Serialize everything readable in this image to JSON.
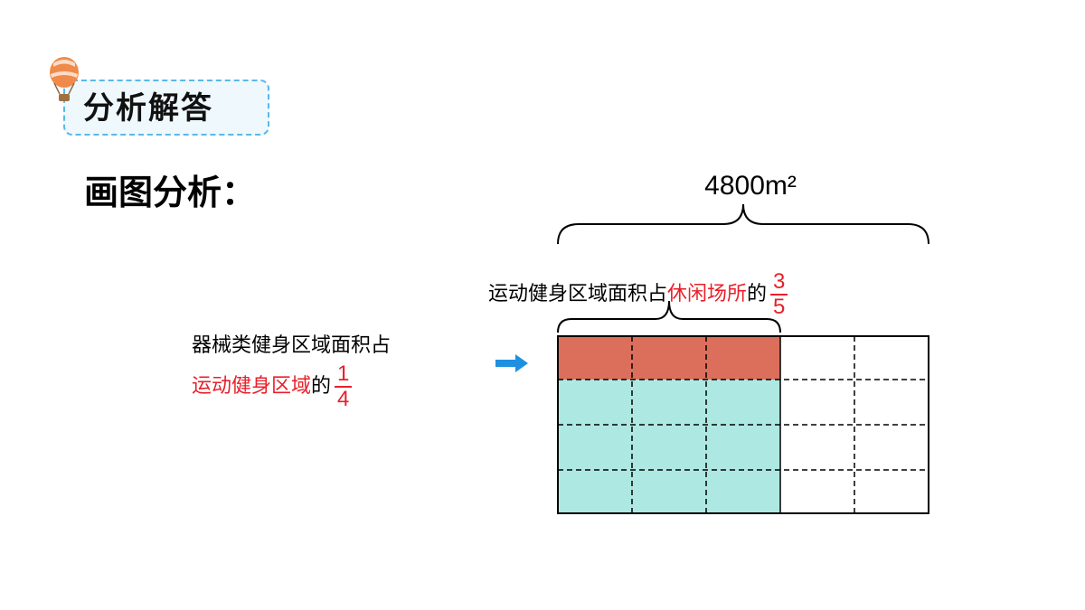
{
  "header": {
    "title": "分析解答",
    "icon": "hot-air-balloon-icon"
  },
  "heading": "画图分析：",
  "diagram": {
    "total_label": "4800m²",
    "fraction_sentence": {
      "prefix": "运动健身区域面积占",
      "highlight": "休闲场所",
      "suffix": "的",
      "numerator": "3",
      "denominator": "5"
    },
    "left_note": {
      "line1": "器械类健身区域面积占",
      "line2_highlight": "运动健身区域",
      "line2_suffix": "的",
      "numerator": "1",
      "denominator": "4"
    },
    "grid": {
      "columns": 5,
      "rows": 4,
      "shaded_columns": 3,
      "top_shaded_rows": 1
    },
    "colors": {
      "red_fill": "#dc6e5c",
      "teal_fill": "#aee8e2",
      "highlight_text": "#e8202a",
      "arrow": "#1e90e0",
      "badge_border": "#5ab8e8"
    }
  }
}
